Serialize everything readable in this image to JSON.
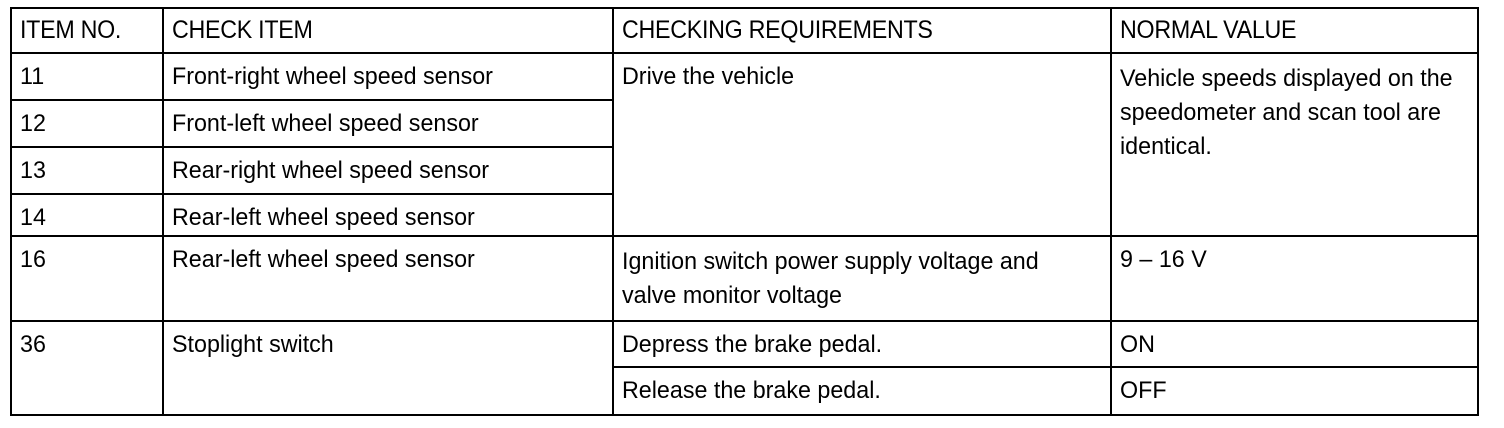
{
  "table": {
    "name": "inspection-check-table",
    "columns": [
      {
        "key": "item_no",
        "header": "ITEM NO."
      },
      {
        "key": "check_item",
        "header": "CHECK ITEM"
      },
      {
        "key": "checking_requirements",
        "header": "CHECKING REQUIREMENTS"
      },
      {
        "key": "normal_value",
        "header": "NORMAL VALUE"
      }
    ],
    "rows": [
      {
        "item_no": "11",
        "check_item": "Front-right wheel speed sensor",
        "checking_requirements": "Drive the vehicle",
        "normal_value": "Vehicle speeds displayed on the speedometer and scan tool are identical."
      },
      {
        "item_no": "12",
        "check_item": "Front-left wheel speed sensor"
      },
      {
        "item_no": "13",
        "check_item": "Rear-right wheel speed sensor"
      },
      {
        "item_no": "14",
        "check_item": "Rear-left wheel speed sensor"
      },
      {
        "item_no": "16",
        "check_item": "Rear-left wheel speed sensor",
        "checking_requirements": "Ignition switch power supply voltage and valve monitor voltage",
        "normal_value": "9 – 16 V"
      },
      {
        "item_no": "36",
        "check_item": "Stoplight switch",
        "checking_requirements": "Depress the brake pedal.",
        "normal_value": "ON"
      },
      {
        "checking_requirements": "Release the brake pedal.",
        "normal_value": "OFF"
      }
    ]
  },
  "colors": {
    "border": "#000000",
    "text": "#000000",
    "background": "#ffffff"
  }
}
